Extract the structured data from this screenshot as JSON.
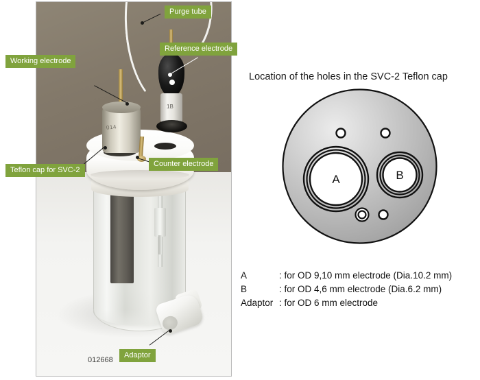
{
  "photo": {
    "catalog_number": "012668",
    "working_electrode_marking": "014",
    "reference_electrode_marking": "1B",
    "callouts": [
      {
        "id": "purge-tube",
        "label": "Purge tube"
      },
      {
        "id": "reference-electrode",
        "label": "Reference electrode"
      },
      {
        "id": "working-electrode",
        "label": "Working electrode"
      },
      {
        "id": "counter-electrode",
        "label": "Counter electrode"
      },
      {
        "id": "teflon-cap",
        "label": "Teflon cap for SVC-2"
      },
      {
        "id": "adaptor",
        "label": "Adaptor"
      }
    ]
  },
  "diagram": {
    "title": "Location of the holes in the SVC-2 Teflon cap",
    "hole_a_label": "A",
    "hole_b_label": "B"
  },
  "legend": {
    "rows": [
      {
        "key": "A",
        "value": ": for OD 9,10 mm electrode (Dia.10.2 mm)"
      },
      {
        "key": "B",
        "value": ": for OD 4,6 mm electrode (Dia.6.2 mm)"
      },
      {
        "key": "Adaptor",
        "value": ": for OD 6 mm electrode"
      }
    ]
  },
  "colors": {
    "chip_green": "#80a33d",
    "chip_text": "#ffffff",
    "line_black": "#1d1d1b",
    "page_background": "#ffffff"
  }
}
